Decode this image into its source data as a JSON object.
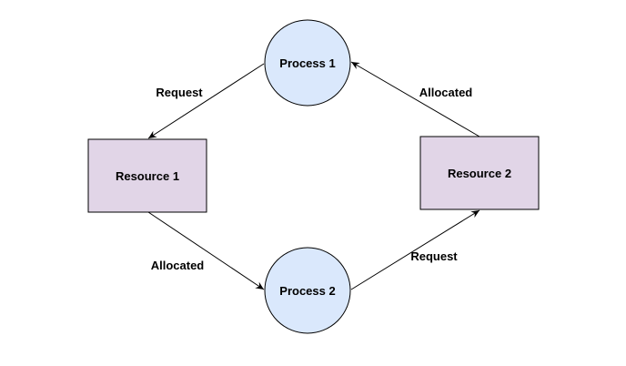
{
  "colors": {
    "process_fill": "#dae8fc",
    "resource_fill": "#e1d5e7",
    "stroke": "#000000"
  },
  "nodes": {
    "process_1": "Process 1",
    "process_2": "Process 2",
    "resource_1": "Resource 1",
    "resource_2": "Resource 2"
  },
  "edges": {
    "p1_to_r1": "Request",
    "r2_to_p1": "Allocated",
    "r1_to_p2": "Allocated",
    "p2_to_r2": "Request"
  }
}
